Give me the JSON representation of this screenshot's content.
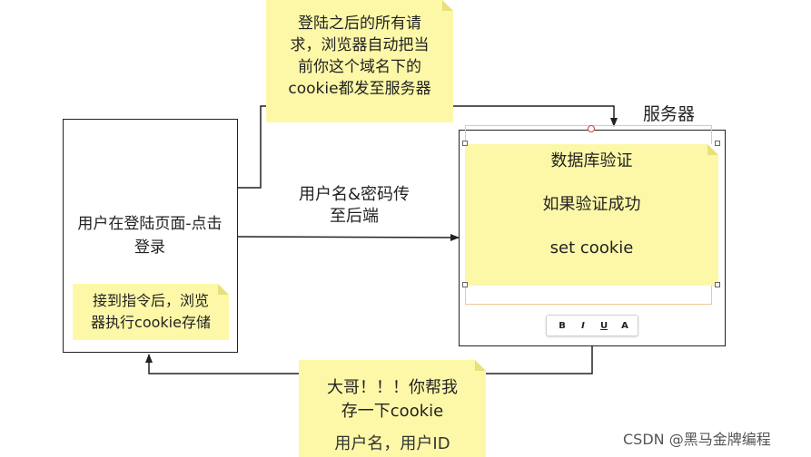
{
  "top_note": {
    "lines": [
      "登陆之后的所有请",
      "求，浏览器自动把当",
      "前你这个域名下的",
      "cookie都发至服务器"
    ]
  },
  "server_label": "服务器",
  "client_box": {
    "lines": [
      "用户在登陆页面-点击",
      "登录"
    ]
  },
  "client_note": {
    "lines": [
      "接到指令后，浏览",
      "器执行cookie存储"
    ]
  },
  "arrow_label": {
    "lines": [
      "用户名&密码传",
      "至后端"
    ]
  },
  "server_note": {
    "lines": [
      "数据库验证",
      "如果验证成功",
      "set cookie"
    ]
  },
  "toolbar": {
    "bold": "B",
    "italic": "I",
    "underline": "U",
    "font": "A"
  },
  "bottom_note": {
    "lines": [
      "大哥！！！你帮我",
      "存一下cookie",
      "用户名，用户ID"
    ]
  },
  "watermark": "CSDN @黑马金牌编程",
  "colors": {
    "note_bg": "#fdf8a8",
    "line": "#222222",
    "selection": "#f0c890"
  }
}
